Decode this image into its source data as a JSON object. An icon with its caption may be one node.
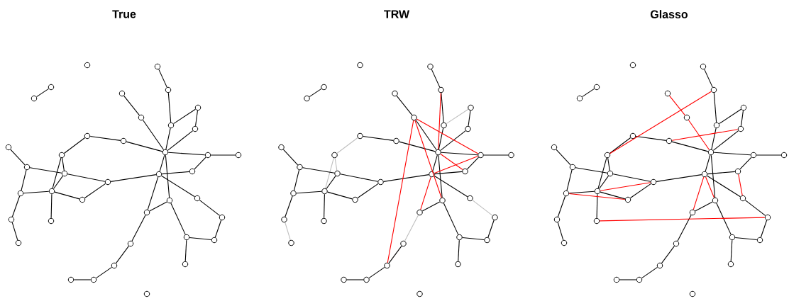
{
  "diagram": {
    "labels": [
      "True",
      "TRW",
      "Glasso"
    ],
    "nodes": [
      {
        "text": [],
        "shape": "circle"
      },
      {
        "text": [],
        "shape": "circle"
      },
      {
        "text": [],
        "shape": "circle"
      },
      {
        "text": [],
        "shape": "circle"
      },
      {
        "text": [],
        "shape": "circle"
      },
      {
        "text": [],
        "shape": "circle"
      },
      {
        "text": [],
        "shape": "circle"
      },
      {
        "text": [],
        "shape": "circle"
      },
      {
        "text": [],
        "shape": "circle"
      },
      {
        "text": [],
        "shape": "circle"
      },
      {
        "text": [],
        "shape": "circle"
      },
      {
        "text": [],
        "shape": "circle"
      },
      {
        "text": [],
        "shape": "circle"
      },
      {
        "text": [],
        "shape": "circle"
      },
      {
        "text": [],
        "shape": "circle"
      },
      {
        "text": [],
        "shape": "circle"
      },
      {
        "text": [],
        "shape": "circle"
      },
      {
        "text": [],
        "shape": "circle"
      },
      {
        "text": [],
        "shape": "circle"
      },
      {
        "text": [],
        "shape": "circle"
      },
      {
        "text": [],
        "shape": "circle"
      },
      {
        "text": [],
        "shape": "circle"
      },
      {
        "text": [],
        "shape": "circle"
      },
      {
        "text": [],
        "shape": "circle"
      },
      {
        "text": [],
        "shape": "circle"
      },
      {
        "text": [],
        "shape": "circle"
      },
      {
        "text": [],
        "shape": "circle"
      },
      {
        "text": [],
        "shape": "circle"
      },
      {
        "text": [],
        "shape": "circle"
      },
      {
        "text": [],
        "shape": "circle"
      },
      {
        "text": [],
        "shape": "circle"
      },
      {
        "text": [],
        "shape": "circle"
      },
      {
        "text": [],
        "shape": "circle"
      },
      {
        "text": [],
        "shape": "circle"
      },
      {
        "text": [],
        "shape": "circle"
      },
      {
        "text": [],
        "shape": "circle"
      },
      {
        "text": [],
        "shape": "circle"
      },
      {
        "text": [],
        "shape": "circle"
      },
      {
        "text": [],
        "shape": "circle"
      },
      {
        "text": [],
        "shape": "circle"
      },
      {
        "text": [],
        "shape": "circle"
      },
      {
        "text": [],
        "shape": "circle"
      },
      {
        "text": [],
        "shape": "circle"
      },
      {
        "text": [],
        "shape": "circle"
      },
      {
        "text": [],
        "shape": "circle"
      },
      {
        "text": [],
        "shape": "circle"
      },
      {
        "text": [],
        "shape": "circle"
      },
      {
        "text": [],
        "shape": "circle"
      },
      {
        "text": [],
        "shape": "circle"
      },
      {
        "text": [],
        "shape": "circle"
      },
      {
        "text": [],
        "shape": "circle"
      },
      {
        "text": [],
        "shape": "circle"
      },
      {
        "text": [],
        "shape": "circle"
      },
      {
        "text": [],
        "shape": "circle"
      },
      {
        "text": [],
        "shape": "circle"
      },
      {
        "text": [],
        "shape": "circle"
      },
      {
        "text": [],
        "shape": "circle"
      },
      {
        "text": [],
        "shape": "circle"
      },
      {
        "text": [],
        "shape": "circle"
      },
      {
        "text": [],
        "shape": "circle"
      },
      {
        "text": [],
        "shape": "circle"
      },
      {
        "text": [],
        "shape": "circle"
      },
      {
        "text": [],
        "shape": "circle"
      },
      {
        "text": [],
        "shape": "circle"
      },
      {
        "text": [],
        "shape": "circle"
      },
      {
        "text": [],
        "shape": "circle"
      },
      {
        "text": [],
        "shape": "circle"
      },
      {
        "text": [],
        "shape": "circle"
      },
      {
        "text": [],
        "shape": "circle"
      },
      {
        "text": [],
        "shape": "circle"
      },
      {
        "text": [],
        "shape": "circle"
      },
      {
        "text": [],
        "shape": "circle"
      },
      {
        "text": [],
        "shape": "circle"
      },
      {
        "text": [],
        "shape": "circle"
      },
      {
        "text": [],
        "shape": "circle"
      },
      {
        "text": [],
        "shape": "circle"
      },
      {
        "text": [],
        "shape": "circle"
      },
      {
        "text": [],
        "shape": "circle"
      },
      {
        "text": [],
        "shape": "circle"
      },
      {
        "text": [],
        "shape": "circle"
      },
      {
        "text": [],
        "shape": "circle"
      },
      {
        "text": [],
        "shape": "circle"
      },
      {
        "text": [],
        "shape": "circle"
      },
      {
        "text": [],
        "shape": "circle"
      },
      {
        "text": [],
        "shape": "circle"
      },
      {
        "text": [],
        "shape": "circle"
      },
      {
        "text": [],
        "shape": "circle"
      },
      {
        "text": [],
        "shape": "circle"
      },
      {
        "text": [],
        "shape": "circle"
      },
      {
        "text": [],
        "shape": "circle"
      },
      {
        "text": [],
        "shape": "circle"
      },
      {
        "text": [],
        "shape": "circle"
      },
      {
        "text": [],
        "shape": "circle"
      },
      {
        "text": [],
        "shape": "circle"
      },
      {
        "text": [],
        "shape": "circle"
      },
      {
        "text": [],
        "shape": "circle"
      },
      {
        "text": [],
        "shape": "circle"
      },
      {
        "text": [],
        "shape": "circle"
      },
      {
        "text": [],
        "shape": "circle"
      },
      {
        "text": [],
        "shape": "circle"
      },
      {
        "text": [],
        "shape": "circle"
      },
      {
        "text": [],
        "shape": "circle"
      },
      {
        "text": [],
        "shape": "circle"
      },
      {
        "text": [],
        "shape": "circle"
      },
      {
        "text": [],
        "shape": "circle"
      },
      {
        "text": [],
        "shape": "circle"
      },
      {
        "text": [],
        "shape": "circle"
      },
      {
        "text": [],
        "shape": "circle"
      },
      {
        "text": [],
        "shape": "circle"
      },
      {
        "text": [],
        "shape": "circle"
      },
      {
        "text": [],
        "shape": "circle"
      },
      {
        "text": [],
        "shape": "circle"
      },
      {
        "text": [],
        "shape": "circle"
      },
      {
        "text": [],
        "shape": "circle"
      },
      {
        "text": [],
        "shape": "circle"
      },
      {
        "text": [],
        "shape": "circle"
      },
      {
        "text": [],
        "shape": "circle"
      },
      {
        "text": [],
        "shape": "circle"
      },
      {
        "text": [],
        "shape": "circle"
      },
      {
        "text": [],
        "shape": "circle"
      }
    ],
    "edges": [
      {
        "from": 1,
        "to": 2,
        "arrow": "none"
      },
      {
        "from": 3,
        "to": 4,
        "arrow": "none"
      },
      {
        "from": 4,
        "to": 8,
        "arrow": "none"
      },
      {
        "from": 5,
        "to": 7,
        "arrow": "none"
      },
      {
        "from": 7,
        "to": 13,
        "arrow": "none"
      },
      {
        "from": 8,
        "to": 6,
        "arrow": "none"
      },
      {
        "from": 6,
        "to": 9,
        "arrow": "none"
      },
      {
        "from": 9,
        "to": 13,
        "arrow": "none"
      },
      {
        "from": 8,
        "to": 13,
        "arrow": "none"
      },
      {
        "from": 10,
        "to": 16,
        "arrow": "none"
      },
      {
        "from": 10,
        "to": 11,
        "arrow": "none"
      },
      {
        "from": 11,
        "to": 13,
        "arrow": "none"
      },
      {
        "from": 13,
        "to": 14,
        "arrow": "none"
      },
      {
        "from": 14,
        "to": 15,
        "arrow": "none"
      },
      {
        "from": 14,
        "to": 19,
        "arrow": "none"
      },
      {
        "from": 19,
        "to": 20,
        "arrow": "none"
      },
      {
        "from": 13,
        "to": 20,
        "arrow": "none"
      },
      {
        "from": 13,
        "to": 26,
        "arrow": "none"
      },
      {
        "from": 20,
        "to": 27,
        "arrow": "none"
      },
      {
        "from": 26,
        "to": 27,
        "arrow": "none"
      },
      {
        "from": 20,
        "to": 25,
        "arrow": "none"
      },
      {
        "from": 25,
        "to": 28,
        "arrow": "none"
      },
      {
        "from": 28,
        "to": 32,
        "arrow": "none"
      },
      {
        "from": 32,
        "to": 31,
        "arrow": "none"
      },
      {
        "from": 31,
        "to": 26,
        "arrow": "none"
      },
      {
        "from": 31,
        "to": 35,
        "arrow": "none"
      },
      {
        "from": 27,
        "to": 34,
        "arrow": "none"
      },
      {
        "from": 34,
        "to": 36,
        "arrow": "none"
      },
      {
        "from": 36,
        "to": 38,
        "arrow": "none"
      },
      {
        "from": 38,
        "to": 37,
        "arrow": "none"
      },
      {
        "from": 20,
        "to": 21,
        "arrow": "none"
      },
      {
        "from": 21,
        "to": 18,
        "arrow": "none"
      },
      {
        "from": 18,
        "to": 17,
        "arrow": "none"
      },
      {
        "from": 17,
        "to": 12,
        "arrow": "none"
      },
      {
        "from": 17,
        "to": 22,
        "arrow": "none"
      },
      {
        "from": 16,
        "to": 18,
        "arrow": "none"
      },
      {
        "from": 16,
        "to": 23,
        "arrow": "none"
      },
      {
        "from": 18,
        "to": 23,
        "arrow": "none"
      },
      {
        "from": 22,
        "to": 23,
        "arrow": "none"
      },
      {
        "from": 23,
        "to": 24,
        "arrow": "none"
      },
      {
        "from": 24,
        "to": 21,
        "arrow": "none"
      },
      {
        "from": 23,
        "to": 30,
        "arrow": "none"
      },
      {
        "from": 22,
        "to": 29,
        "arrow": "none"
      },
      {
        "from": 29,
        "to": 33,
        "arrow": "none"
      },
      {
        "from": 41,
        "to": 42,
        "arrow": "none"
      },
      {
        "from": 43,
        "to": 44,
        "arrow": "none"
      },
      {
        "from": 44,
        "to": 48,
        "arrow": "none"
      },
      {
        "from": 45,
        "to": 47,
        "arrow": "none"
      },
      {
        "from": 47,
        "to": 53,
        "arrow": "none"
      },
      {
        "from": 46,
        "to": 49,
        "arrow": "none"
      },
      {
        "from": 49,
        "to": 53,
        "arrow": "none"
      },
      {
        "from": 48,
        "to": 53,
        "arrow": "none"
      },
      {
        "from": 50,
        "to": 51,
        "arrow": "none"
      },
      {
        "from": 51,
        "to": 53,
        "arrow": "none"
      },
      {
        "from": 53,
        "to": 54,
        "arrow": "none"
      },
      {
        "from": 54,
        "to": 55,
        "arrow": "none"
      },
      {
        "from": 54,
        "to": 59,
        "arrow": "none"
      },
      {
        "from": 59,
        "to": 60,
        "arrow": "none"
      },
      {
        "from": 53,
        "to": 60,
        "arrow": "none"
      },
      {
        "from": 53,
        "to": 66,
        "arrow": "none"
      },
      {
        "from": 66,
        "to": 67,
        "arrow": "none"
      },
      {
        "from": 60,
        "to": 65,
        "arrow": "none"
      },
      {
        "from": 71,
        "to": 66,
        "arrow": "none"
      },
      {
        "from": 68,
        "to": 72,
        "arrow": "none"
      },
      {
        "from": 72,
        "to": 71,
        "arrow": "none"
      },
      {
        "from": 71,
        "to": 75,
        "arrow": "none"
      },
      {
        "from": 74,
        "to": 76,
        "arrow": "none"
      },
      {
        "from": 76,
        "to": 78,
        "arrow": "none"
      },
      {
        "from": 78,
        "to": 77,
        "arrow": "none"
      },
      {
        "from": 60,
        "to": 61,
        "arrow": "none"
      },
      {
        "from": 61,
        "to": 58,
        "arrow": "none"
      },
      {
        "from": 58,
        "to": 57,
        "arrow": "none"
      },
      {
        "from": 57,
        "to": 52,
        "arrow": "none"
      },
      {
        "from": 57,
        "to": 62,
        "arrow": "none"
      },
      {
        "from": 58,
        "to": 63,
        "arrow": "none"
      },
      {
        "from": 62,
        "to": 63,
        "arrow": "none"
      },
      {
        "from": 63,
        "to": 64,
        "arrow": "none"
      },
      {
        "from": 64,
        "to": 61,
        "arrow": "none"
      },
      {
        "from": 63,
        "to": 70,
        "arrow": "none"
      },
      {
        "from": 62,
        "to": 69,
        "arrow": "none"
      },
      {
        "from": 46,
        "to": 48,
        "arrow": "none",
        "color": "#bebebe"
      },
      {
        "from": 50,
        "to": 56,
        "arrow": "none",
        "color": "#bebebe"
      },
      {
        "from": 56,
        "to": 63,
        "arrow": "none",
        "color": "#bebebe"
      },
      {
        "from": 56,
        "to": 58,
        "arrow": "none",
        "color": "#bebebe"
      },
      {
        "from": 69,
        "to": 73,
        "arrow": "none",
        "color": "#bebebe"
      },
      {
        "from": 65,
        "to": 68,
        "arrow": "none",
        "color": "#bebebe"
      },
      {
        "from": 67,
        "to": 74,
        "arrow": "none",
        "color": "#bebebe"
      },
      {
        "from": 44,
        "to": 53,
        "arrow": "none",
        "color": "#ff0000"
      },
      {
        "from": 47,
        "to": 54,
        "arrow": "none",
        "color": "#ff0000"
      },
      {
        "from": 47,
        "to": 76,
        "arrow": "none",
        "color": "#ff0000"
      },
      {
        "from": 47,
        "to": 66,
        "arrow": "none",
        "color": "#ff0000"
      },
      {
        "from": 53,
        "to": 59,
        "arrow": "none",
        "color": "#ff0000"
      },
      {
        "from": 60,
        "to": 54,
        "arrow": "none",
        "color": "#ff0000"
      },
      {
        "from": 60,
        "to": 67,
        "arrow": "none",
        "color": "#ff0000"
      },
      {
        "from": 81,
        "to": 82,
        "arrow": "none"
      },
      {
        "from": 83,
        "to": 84,
        "arrow": "none"
      },
      {
        "from": 84,
        "to": 88,
        "arrow": "none"
      },
      {
        "from": 88,
        "to": 86,
        "arrow": "none"
      },
      {
        "from": 86,
        "to": 89,
        "arrow": "none"
      },
      {
        "from": 89,
        "to": 93,
        "arrow": "none"
      },
      {
        "from": 88,
        "to": 93,
        "arrow": "none"
      },
      {
        "from": 90,
        "to": 96,
        "arrow": "none"
      },
      {
        "from": 90,
        "to": 91,
        "arrow": "none"
      },
      {
        "from": 91,
        "to": 93,
        "arrow": "none"
      },
      {
        "from": 93,
        "to": 94,
        "arrow": "none"
      },
      {
        "from": 94,
        "to": 95,
        "arrow": "none"
      },
      {
        "from": 94,
        "to": 99,
        "arrow": "none"
      },
      {
        "from": 99,
        "to": 100,
        "arrow": "none"
      },
      {
        "from": 93,
        "to": 100,
        "arrow": "none"
      },
      {
        "from": 93,
        "to": 106,
        "arrow": "none"
      },
      {
        "from": 106,
        "to": 107,
        "arrow": "none"
      },
      {
        "from": 100,
        "to": 105,
        "arrow": "none"
      },
      {
        "from": 105,
        "to": 108,
        "arrow": "none"
      },
      {
        "from": 108,
        "to": 112,
        "arrow": "none"
      },
      {
        "from": 112,
        "to": 111,
        "arrow": "none"
      },
      {
        "from": 111,
        "to": 106,
        "arrow": "none"
      },
      {
        "from": 111,
        "to": 115,
        "arrow": "none"
      },
      {
        "from": 107,
        "to": 114,
        "arrow": "none"
      },
      {
        "from": 114,
        "to": 116,
        "arrow": "none"
      },
      {
        "from": 116,
        "to": 118,
        "arrow": "none"
      },
      {
        "from": 118,
        "to": 117,
        "arrow": "none"
      },
      {
        "from": 100,
        "to": 101,
        "arrow": "none"
      },
      {
        "from": 101,
        "to": 98,
        "arrow": "none"
      },
      {
        "from": 98,
        "to": 97,
        "arrow": "none"
      },
      {
        "from": 97,
        "to": 92,
        "arrow": "none"
      },
      {
        "from": 97,
        "to": 102,
        "arrow": "none"
      },
      {
        "from": 96,
        "to": 98,
        "arrow": "none"
      },
      {
        "from": 96,
        "to": 103,
        "arrow": "none"
      },
      {
        "from": 98,
        "to": 103,
        "arrow": "none"
      },
      {
        "from": 102,
        "to": 103,
        "arrow": "none"
      },
      {
        "from": 103,
        "to": 104,
        "arrow": "none"
      },
      {
        "from": 104,
        "to": 101,
        "arrow": "none"
      },
      {
        "from": 103,
        "to": 110,
        "arrow": "none"
      },
      {
        "from": 102,
        "to": 109,
        "arrow": "none"
      },
      {
        "from": 109,
        "to": 113,
        "arrow": "none"
      },
      {
        "from": 84,
        "to": 96,
        "arrow": "none",
        "color": "#ff0000"
      },
      {
        "from": 85,
        "to": 87,
        "arrow": "none",
        "color": "#ff0000"
      },
      {
        "from": 87,
        "to": 93,
        "arrow": "none",
        "color": "#ff0000"
      },
      {
        "from": 91,
        "to": 89,
        "arrow": "none",
        "color": "#ff0000"
      },
      {
        "from": 103,
        "to": 101,
        "arrow": "none",
        "color": "#ff0000"
      },
      {
        "from": 102,
        "to": 104,
        "arrow": "none",
        "color": "#ff0000"
      },
      {
        "from": 110,
        "to": 108,
        "arrow": "none",
        "color": "#ff0000"
      },
      {
        "from": 99,
        "to": 105,
        "arrow": "none",
        "color": "#ff0000"
      },
      {
        "from": 100,
        "to": 107,
        "arrow": "none",
        "color": "#ff0000"
      },
      {
        "from": 100,
        "to": 106,
        "arrow": "none",
        "color": "#ff0000"
      }
    ]
  }
}
